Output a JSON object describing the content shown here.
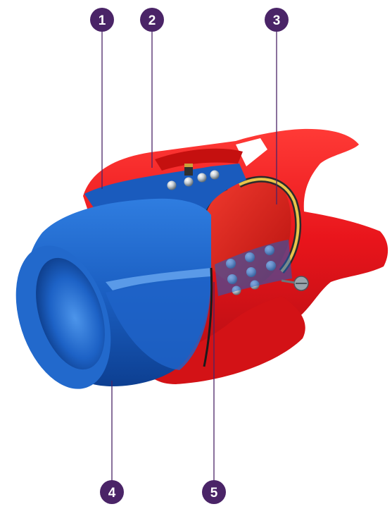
{
  "colors": {
    "callout": "#4a2467",
    "housing_red": "#e8141b",
    "housing_red_dark": "#a90e12",
    "sleeve_blue": "#1b5fc2",
    "sleeve_blue_dark": "#0b3a86",
    "ball_steel": "#cfd6dc",
    "seal_yellow": "#e9c44a"
  },
  "callouts": [
    {
      "id": "c1",
      "label": "1"
    },
    {
      "id": "c2",
      "label": "2"
    },
    {
      "id": "c3",
      "label": "3"
    },
    {
      "id": "c4",
      "label": "4"
    },
    {
      "id": "c5",
      "label": "5"
    }
  ]
}
